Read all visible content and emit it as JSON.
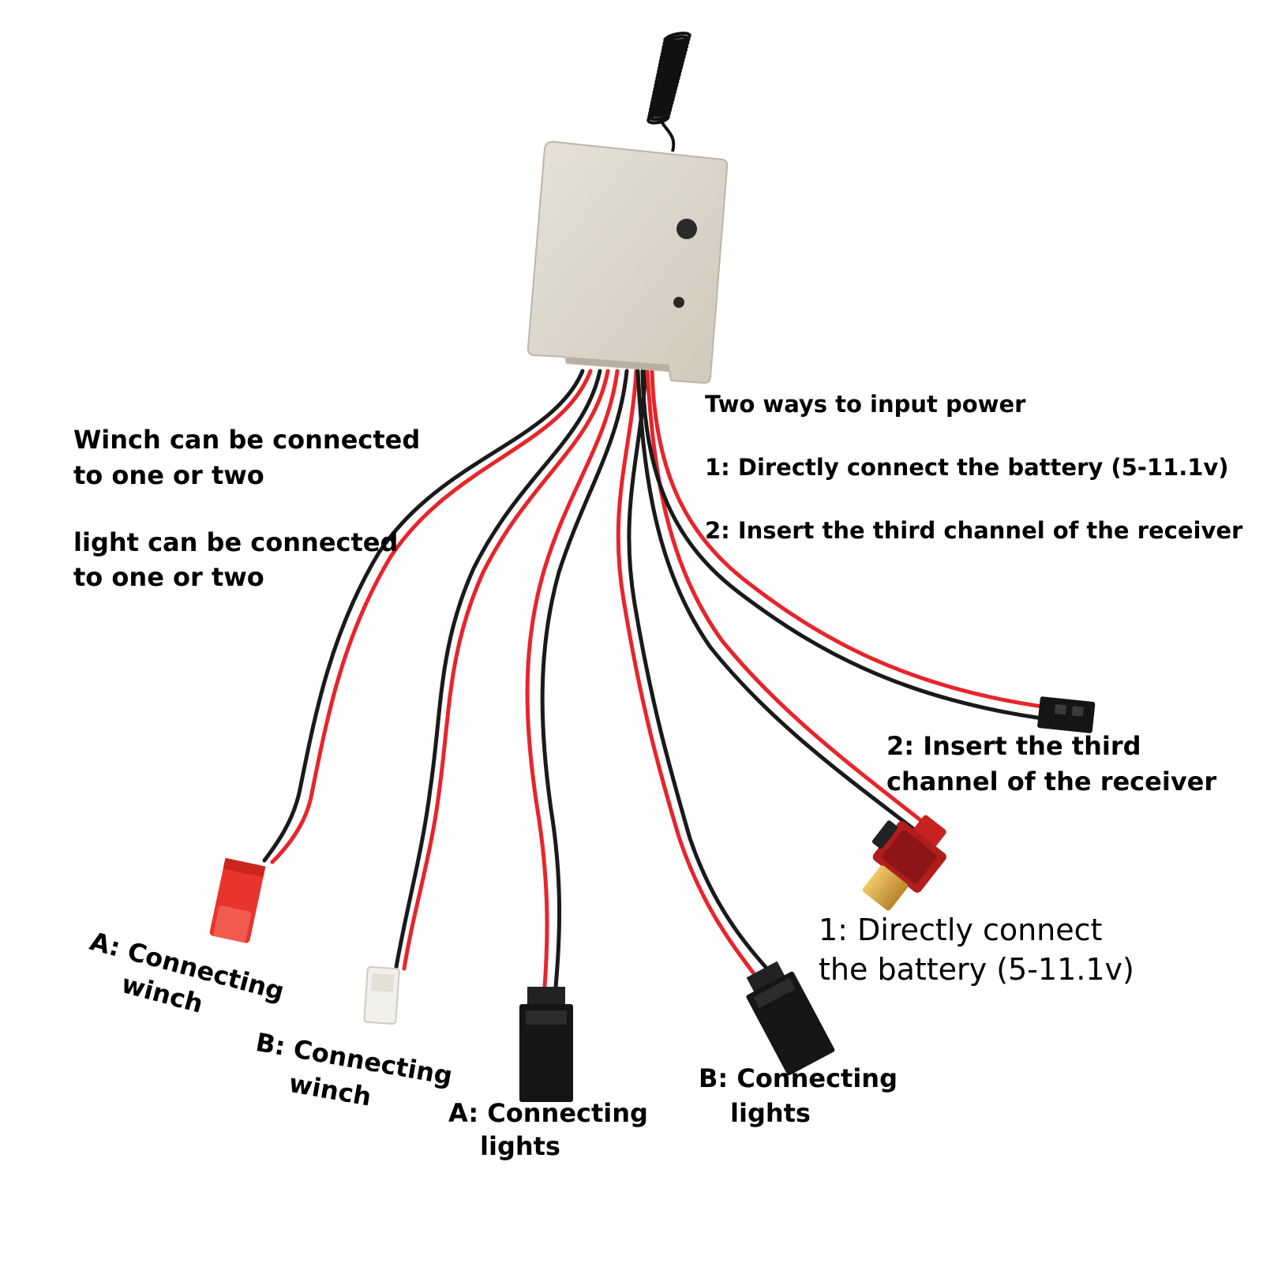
{
  "colors": {
    "wire_red": "#e8242b",
    "wire_black": "#1a1a1a",
    "box": "#ddd8cc",
    "box_edge": "#c9c3b5",
    "connector_red": "#e8342b",
    "connector_black": "#151515",
    "connector_white": "#f2f0ea",
    "xt_red": "#b11d1d",
    "brass": "#d9a441"
  },
  "icons": {
    "antenna": "coiled-antenna-icon",
    "module": "receiver-module-icon",
    "jst_red": "red-jst-connector-icon",
    "jst_white": "white-micro-connector-icon",
    "servo": "servo-plug-icon",
    "xt": "xt-battery-connector-icon",
    "receiver_plug": "receiver-plug-icon"
  },
  "labels": {
    "winch_note_1": "Winch can be connected",
    "winch_note_2": "to one or two",
    "light_note_1": "light can be connected",
    "light_note_2": "to one or two",
    "power_title": "Two ways to input power",
    "power_opt1": "1: Directly connect the battery (5-11.1v)",
    "power_opt2": "2: Insert the third channel of the receiver",
    "receiver_1": "2: Insert the third",
    "receiver_2": "channel of the receiver",
    "battery_1": "1: Directly connect",
    "battery_2": "the battery (5-11.1v)",
    "winch_a_1": "A: Connecting",
    "winch_a_2": "winch",
    "winch_b_1": "B: Connecting",
    "winch_b_2": "winch",
    "lights_a_1": "A:  Connecting",
    "lights_a_2": "lights",
    "lights_b_1": "B:  Connecting",
    "lights_b_2": "lights"
  }
}
